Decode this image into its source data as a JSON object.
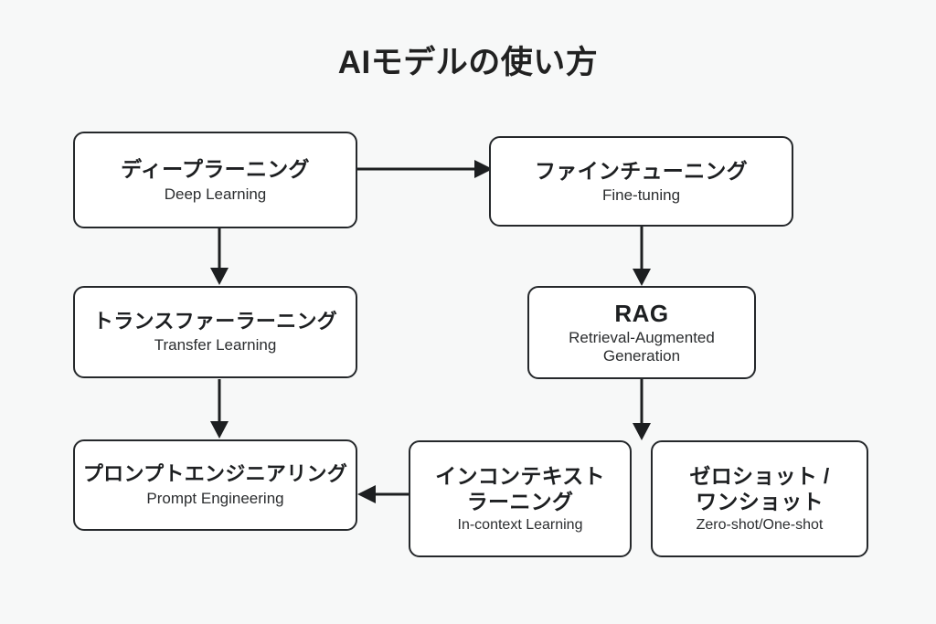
{
  "diagram": {
    "title": "AIモデルの使い方",
    "background_color": "#f7f8f8",
    "node_fill": "#ffffff",
    "node_border_color": "#25282b",
    "arrow_color": "#1d1f21",
    "nodes": [
      {
        "id": "deep-learning",
        "jp": "ディープラーニング",
        "en": "Deep Learning"
      },
      {
        "id": "fine-tuning",
        "jp": "ファインチューニング",
        "en": "Fine-tuning"
      },
      {
        "id": "transfer-learning",
        "jp": "トランスファーラーニング",
        "en": "Transfer Learning"
      },
      {
        "id": "rag",
        "jp": "RAG",
        "en": "Retrieval-Augmented\nGeneration"
      },
      {
        "id": "prompt-engineering",
        "jp": "プロンプトエンジニアリング",
        "en": "Prompt Engineering"
      },
      {
        "id": "in-context-learning",
        "jp": "インコンテキスト\nラーニング",
        "en": "In-context Learning"
      },
      {
        "id": "zero-one-shot",
        "jp": "ゼロショット /\nワンショット",
        "en": "Zero-shot/One-shot"
      }
    ],
    "edges": [
      {
        "id": "deep-learning-to-fine-tuning",
        "direction": "right"
      },
      {
        "id": "deep-learning-to-transfer-learning",
        "direction": "down"
      },
      {
        "id": "transfer-learning-to-prompt-engineering",
        "direction": "down"
      },
      {
        "id": "fine-tuning-to-rag",
        "direction": "down"
      },
      {
        "id": "rag-to-shot-boxes",
        "direction": "down"
      },
      {
        "id": "in-context-learning-to-prompt-engineering",
        "direction": "left"
      }
    ]
  }
}
